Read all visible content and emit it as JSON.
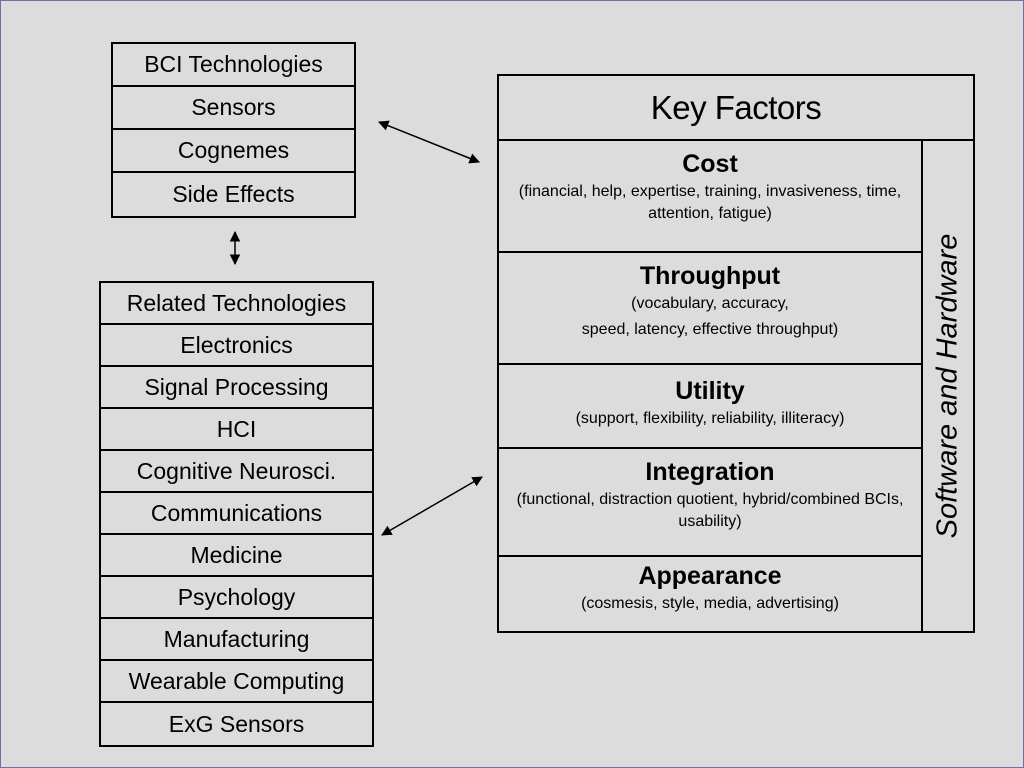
{
  "bci_technologies": [
    "BCI Technologies",
    "Sensors",
    "Cognemes",
    "Side Effects"
  ],
  "related_technologies": [
    "Related Technologies",
    "Electronics",
    "Signal Processing",
    "HCI",
    "Cognitive Neurosci.",
    "Communications",
    "Medicine",
    "Psychology",
    "Manufacturing",
    "Wearable Computing",
    "ExG Sensors"
  ],
  "key_factors": {
    "title": "Key Factors",
    "side_label": "Software and Hardware",
    "factors": [
      {
        "name": "Cost",
        "details": [
          "(financial, help, expertise, training, invasiveness, time, attention, fatigue)"
        ]
      },
      {
        "name": "Throughput",
        "details": [
          "(vocabulary, accuracy,",
          "speed, latency, effective throughput)"
        ]
      },
      {
        "name": "Utility",
        "details": [
          "(support, flexibility, reliability, illiteracy)"
        ]
      },
      {
        "name": "Integration",
        "details": [
          "(functional, distraction quotient, hybrid/combined BCIs, usability)"
        ]
      },
      {
        "name": "Appearance",
        "details": [
          "(cosmesis, style, media, advertising)"
        ]
      }
    ]
  }
}
